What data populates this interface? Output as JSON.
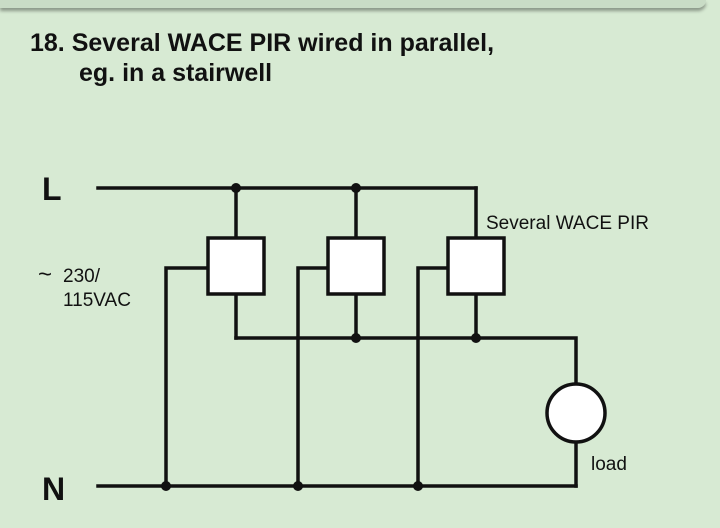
{
  "title": {
    "line1": "18. Several WACE PIR wired in parallel,",
    "line2": "eg. in a stairwell"
  },
  "labels": {
    "live": "L",
    "neutral": "N",
    "pir_group": "Several WACE PIR",
    "voltage_line1": "230/",
    "voltage_line2": "115VAC",
    "ac_symbol": "~",
    "load": "load"
  },
  "colors": {
    "background": "#d7ead3",
    "wire": "#111111",
    "component_fill": "#ffffff"
  }
}
